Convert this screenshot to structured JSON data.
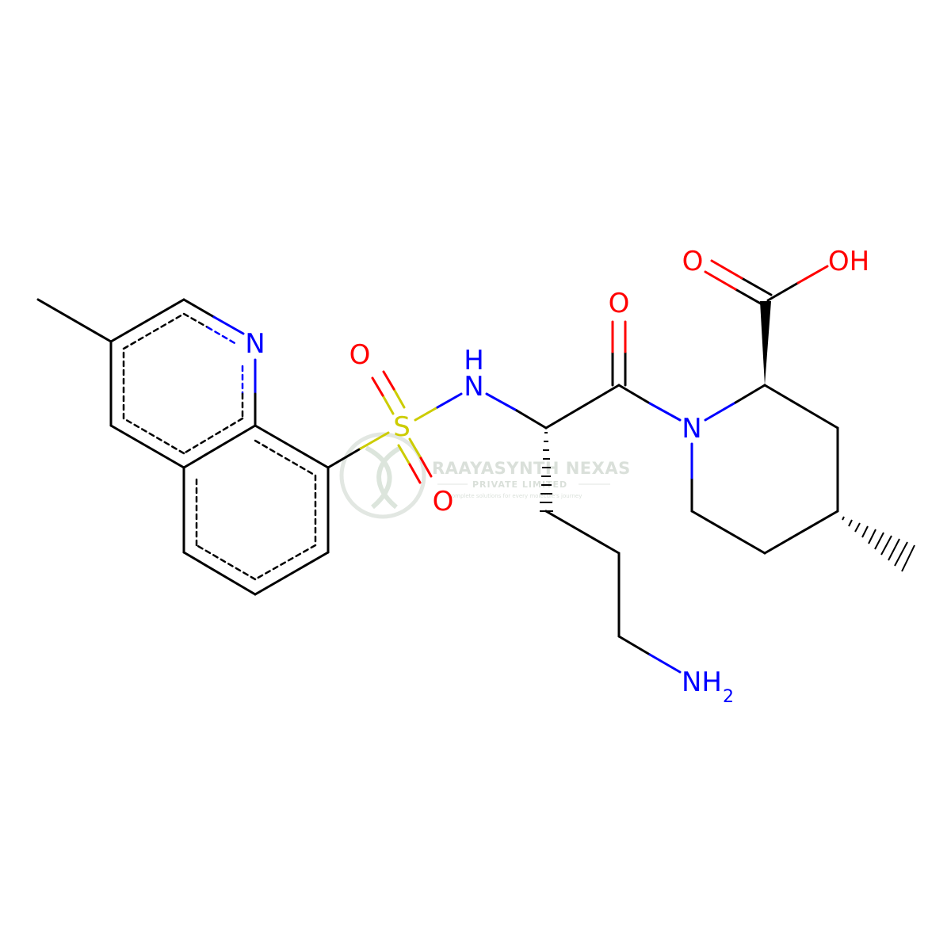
{
  "structure": {
    "atom_labels": {
      "n_ring_quinoline": "N",
      "o_sulfonyl_top": "O",
      "s_sulfonyl": "S",
      "o_sulfonyl_bottom": "O",
      "nh_h": "H",
      "nh_n": "N",
      "o_carbonyl": "O",
      "n_piperidine": "N",
      "o_acid": "O",
      "oh_acid": "OH",
      "nh2_n": "NH",
      "nh2_sub": "2"
    },
    "colors": {
      "bond": "#000000",
      "nitrogen": "#0000FF",
      "oxygen": "#FF0000",
      "sulfur": "#CCCC00"
    }
  },
  "watermark": {
    "company": "RAAYASYNTH NEXAS",
    "subtitle": "PRIVATE LIMITED",
    "tagline": "complete solutions for every molecule's journey",
    "color": "#d6ddd6"
  }
}
